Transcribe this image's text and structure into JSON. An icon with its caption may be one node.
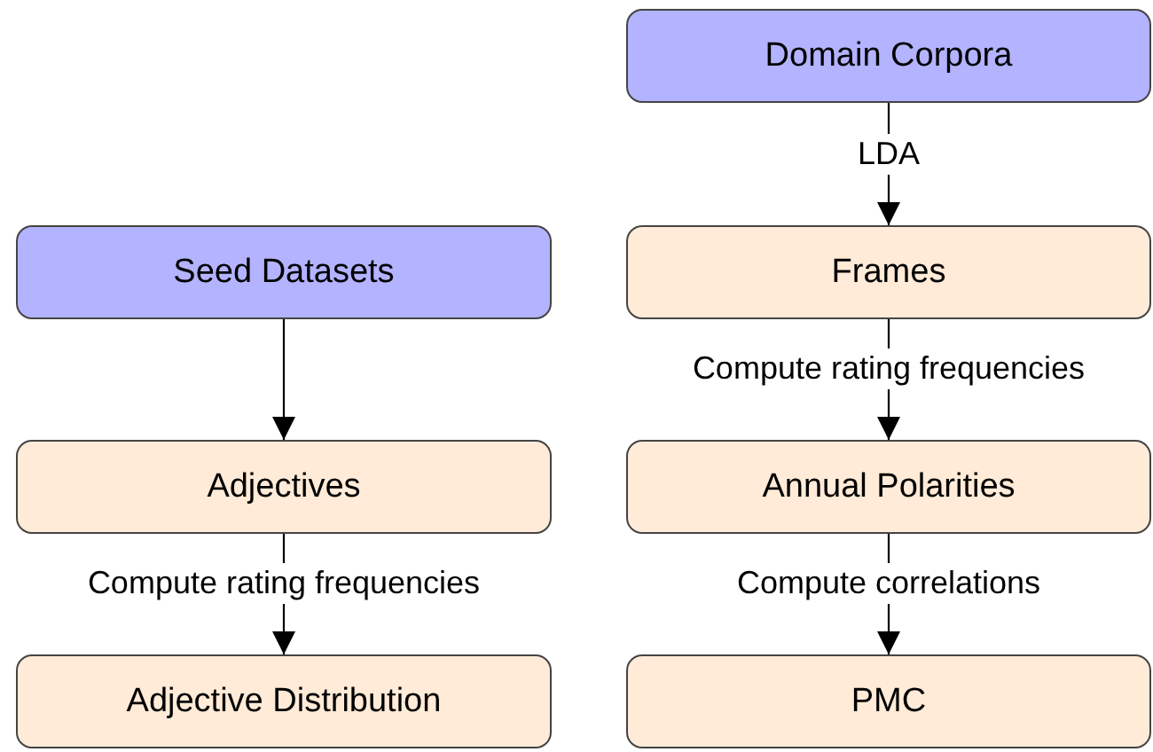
{
  "diagram": {
    "nodes": [
      {
        "text": [
          "Domain Corpora"
        ]
      },
      {
        "text": [
          "Seed Datasets"
        ]
      },
      {
        "text": [
          "Frames"
        ]
      },
      {
        "text": [
          "Adjectives"
        ]
      },
      {
        "text": [
          "Annual Polarities"
        ]
      },
      {
        "text": [
          "Adjective Distribution"
        ]
      },
      {
        "text": [
          "PMC"
        ]
      }
    ],
    "edges": [
      {
        "from": 0,
        "to": 2,
        "arrow": "to",
        "label": "LDA"
      },
      {
        "from": 1,
        "to": 3,
        "arrow": "to"
      },
      {
        "from": 2,
        "to": 4,
        "arrow": "to",
        "label": "Compute rating frequencies"
      },
      {
        "from": 3,
        "to": 5,
        "arrow": "to",
        "label": "Compute rating frequencies"
      },
      {
        "from": 4,
        "to": 6,
        "arrow": "to",
        "label": "Compute correlations"
      }
    ]
  }
}
